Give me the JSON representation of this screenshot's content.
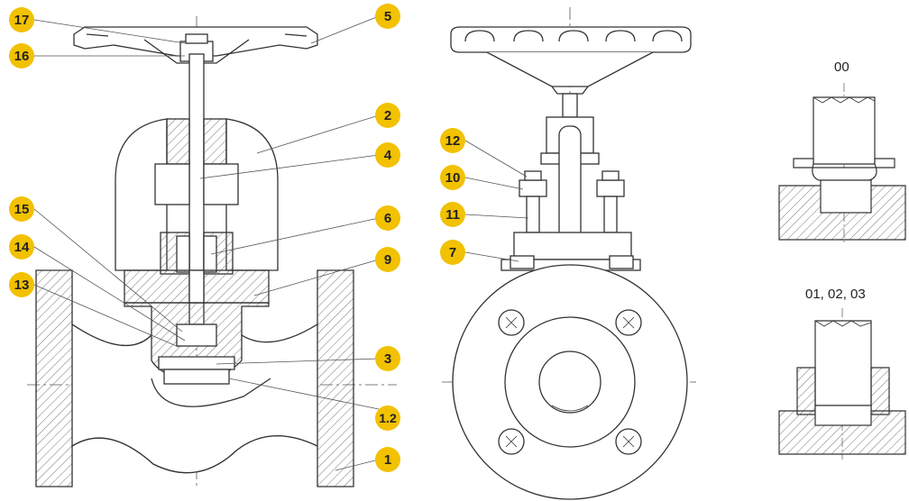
{
  "callouts": {
    "c17": "17",
    "c16": "16",
    "c5": "5",
    "c2": "2",
    "c4": "4",
    "c6": "6",
    "c15": "15",
    "c14": "14",
    "c13": "13",
    "c9": "9",
    "c3": "3",
    "c12": "1.2",
    "c1": "1",
    "c12b": "12",
    "c10": "10",
    "c11": "11",
    "c7": "7"
  },
  "variants": {
    "top_label": "00",
    "bottom_label": "01, 02, 03"
  },
  "colors": {
    "badge": "#f2c100",
    "line": "#333333",
    "hatch": "#666666"
  }
}
